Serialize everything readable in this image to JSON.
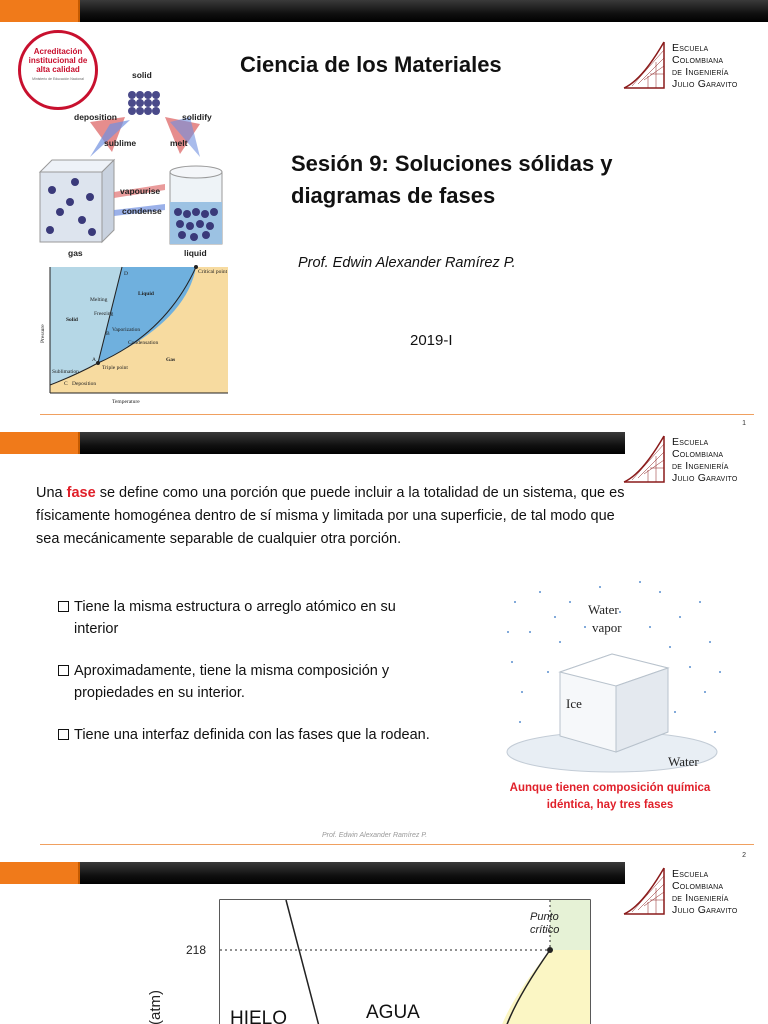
{
  "slide1": {
    "accreditation": {
      "title": "Acreditación institucional de alta calidad",
      "subtitle": "Ministerio de Educación Nacional"
    },
    "logo": {
      "line1": "Escuela",
      "line2": "Colombiana",
      "line3": "de Ingeniería",
      "line4": "Julio Garavito"
    },
    "title": "Ciencia de los Materiales",
    "session": "Sesión 9: Soluciones sólidas y diagramas de fases",
    "professor": "Prof. Edwin Alexander Ramírez P.",
    "year": "2019-I",
    "page_number": "1",
    "phase_art": {
      "solid": "solid",
      "deposition": "deposition",
      "solidify": "solidify",
      "sublime": "sublime",
      "melt": "melt",
      "vapourise": "vapourise",
      "condense": "condense",
      "gas": "gas",
      "liquid": "liquid"
    },
    "mini_diagram": {
      "critical": "Critical point",
      "melting": "Melting",
      "freezing": "Freezing",
      "liquid": "Liquid",
      "solid": "Solid",
      "vaporization": "Vaporization",
      "condensation": "Condensation",
      "gas": "Gas",
      "triple": "Triple point",
      "sublimation": "Sublimation",
      "deposition": "Deposition",
      "pressure": "Pressure",
      "temperature": "Temperature",
      "point_d": "D",
      "point_b": "B",
      "point_a": "A",
      "point_c": "C"
    },
    "colors": {
      "accent_orange": "#f07a1a",
      "red": "#e0202a"
    }
  },
  "slide2": {
    "logo": {
      "line1": "Escuela",
      "line2": "Colombiana",
      "line3": "de Ingeniería",
      "line4": "Julio Garavito"
    },
    "def_pre": "Una ",
    "def_hl": "fase",
    "def_post": " se define como una porción que puede incluir a la totalidad de un sistema, que es físicamente homogénea dentro de sí misma y limitada por una superficie, de tal modo que sea mecánicamente separable de cualquier otra porción.",
    "bullets": [
      "Tiene la misma estructura o arreglo atómico en su interior",
      "Aproximadamente, tiene la misma composición y propiedades en su interior.",
      "Tiene una interfaz definida con las fases que la rodean."
    ],
    "ice_art": {
      "vapor1": "Water",
      "vapor2": "vapor",
      "ice": "Ice",
      "water": "Water"
    },
    "caption": "Aunque tienen composición química idéntica, hay tres fases",
    "footer": "Prof. Edwin Alexander Ramírez P.",
    "page_number": "2"
  },
  "slide3": {
    "logo": {
      "line1": "Escuela",
      "line2": "Colombiana",
      "line3": "de Ingeniería",
      "line4": "Julio Garavito"
    },
    "tick_218": "218",
    "critical1": "Punto",
    "critical2": "crítico",
    "ylabel": "N (atm)",
    "hielo": "HIELO",
    "agua": "AGUA"
  }
}
